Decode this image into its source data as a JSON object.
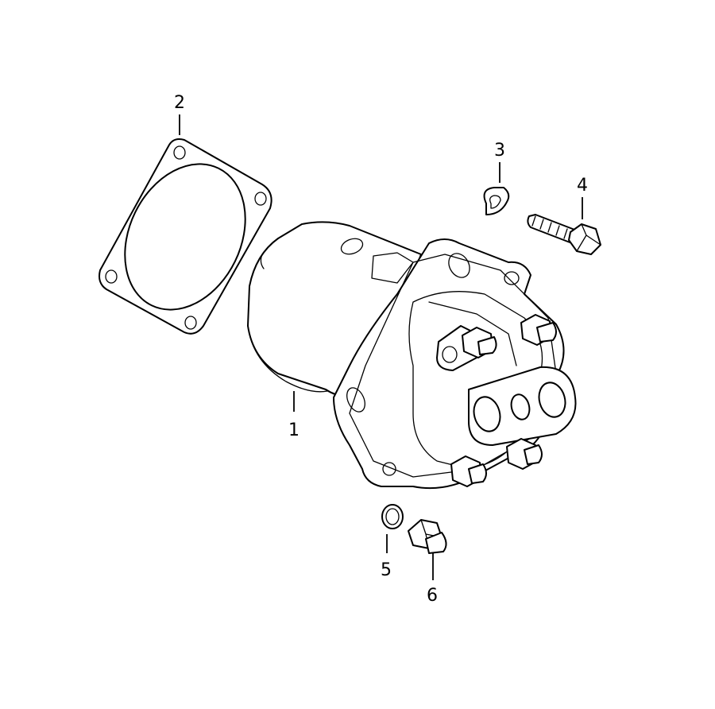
{
  "callouts": {
    "c1": "1",
    "c2": "2",
    "c3": "3",
    "c4": "4",
    "c5": "5",
    "c6": "6"
  },
  "icons": {
    "pump": "fuel-pump-icon",
    "gasket": "gasket-icon",
    "washer": "washer-icon",
    "bolt": "hex-bolt-icon",
    "plug": "drain-plug-icon"
  },
  "colors": {
    "line": "#000000",
    "background": "#ffffff"
  }
}
